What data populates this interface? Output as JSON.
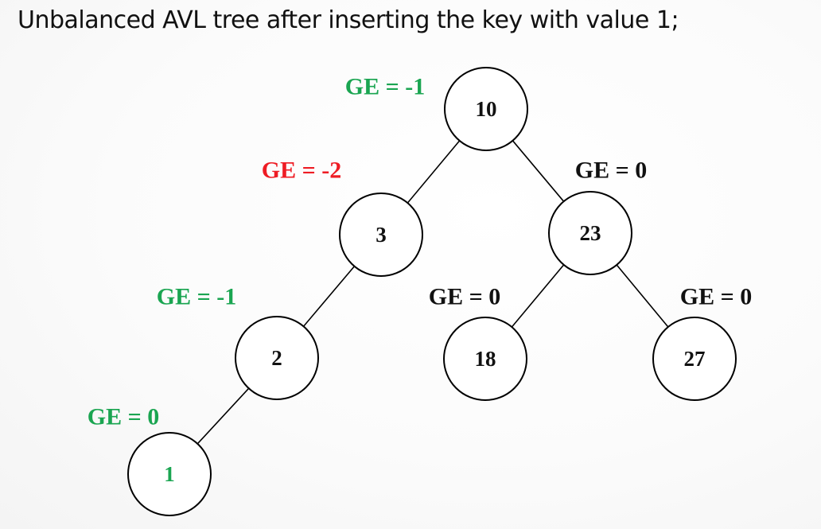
{
  "title": "Unbalanced AVL tree after inserting the key with value 1;",
  "colors": {
    "green": "#1aa551",
    "red": "#ee1c24",
    "black": "#111111"
  },
  "nodes": [
    {
      "id": "n10",
      "key": "10",
      "balance_label": "GE = -1",
      "label_color": "green",
      "key_color": "black"
    },
    {
      "id": "n3",
      "key": "3",
      "balance_label": "GE = -2",
      "label_color": "red",
      "key_color": "black"
    },
    {
      "id": "n23",
      "key": "23",
      "balance_label": "GE = 0",
      "label_color": "black",
      "key_color": "black"
    },
    {
      "id": "n2",
      "key": "2",
      "balance_label": "GE = -1",
      "label_color": "green",
      "key_color": "black"
    },
    {
      "id": "n18",
      "key": "18",
      "balance_label": "GE = 0",
      "label_color": "black",
      "key_color": "black"
    },
    {
      "id": "n27",
      "key": "27",
      "balance_label": "GE = 0",
      "label_color": "black",
      "key_color": "black"
    },
    {
      "id": "n1",
      "key": "1",
      "balance_label": "GE = 0",
      "label_color": "green",
      "key_color": "green"
    }
  ],
  "edges": [
    {
      "from": "n10",
      "to": "n3"
    },
    {
      "from": "n10",
      "to": "n23"
    },
    {
      "from": "n3",
      "to": "n2"
    },
    {
      "from": "n23",
      "to": "n18"
    },
    {
      "from": "n23",
      "to": "n27"
    },
    {
      "from": "n2",
      "to": "n1"
    }
  ]
}
